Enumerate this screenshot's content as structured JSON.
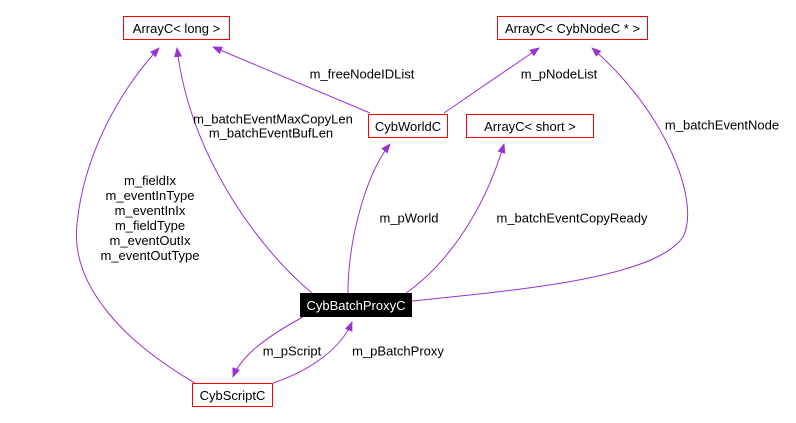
{
  "diagram": {
    "type": "collaboration-graph",
    "focus_class": "CybBatchProxyC",
    "colors": {
      "edge": "#9a32cd",
      "node_border": "#ff0000",
      "node_background": "#ffffff",
      "focus_background": "#000000",
      "focus_text": "#ffffff",
      "label_text": "#000000",
      "canvas": "#ffffff"
    },
    "nodes": {
      "arrayc_long": {
        "label": "ArrayC< long >"
      },
      "arrayc_cybnodec": {
        "label": "ArrayC< CybNodeC * >"
      },
      "cybworldc": {
        "label": "CybWorldC"
      },
      "arrayc_short": {
        "label": "ArrayC< short >"
      },
      "cybbatchproxyc": {
        "label": "CybBatchProxyC"
      },
      "cybscriptc": {
        "label": "CybScriptC"
      }
    },
    "edge_labels": {
      "free_node_id_list": "m_freeNodeIDList",
      "p_node_list": "m_pNodeList",
      "batch_event_max_copy_len": "m_batchEventMaxCopyLen",
      "batch_event_buf_len": "m_batchEventBufLen",
      "batch_event_node": "m_batchEventNode",
      "field_stack": [
        "m_fieldIx",
        "m_eventInType",
        "m_eventInIx",
        "m_fieldType",
        "m_eventOutIx",
        "m_eventOutType"
      ],
      "p_world": "m_pWorld",
      "batch_event_copy_ready": "m_batchEventCopyReady",
      "p_script": "m_pScript",
      "p_batch_proxy": "m_pBatchProxy"
    },
    "edges": [
      {
        "from": "CybScriptC",
        "to": "ArrayC< long >",
        "labels": [
          "m_fieldIx",
          "m_eventInType",
          "m_eventInIx",
          "m_fieldType",
          "m_eventOutIx",
          "m_eventOutType"
        ]
      },
      {
        "from": "CybBatchProxyC",
        "to": "ArrayC< long >",
        "labels": [
          "m_batchEventMaxCopyLen",
          "m_batchEventBufLen"
        ]
      },
      {
        "from": "CybWorldC",
        "to": "ArrayC< long >",
        "labels": [
          "m_freeNodeIDList"
        ]
      },
      {
        "from": "CybWorldC",
        "to": "ArrayC< CybNodeC * >",
        "labels": [
          "m_pNodeList"
        ]
      },
      {
        "from": "CybBatchProxyC",
        "to": "ArrayC< CybNodeC * >",
        "labels": [
          "m_batchEventNode"
        ]
      },
      {
        "from": "CybBatchProxyC",
        "to": "CybWorldC",
        "labels": [
          "m_pWorld"
        ]
      },
      {
        "from": "CybBatchProxyC",
        "to": "ArrayC< short >",
        "labels": [
          "m_batchEventCopyReady"
        ]
      },
      {
        "from": "CybBatchProxyC",
        "to": "CybScriptC",
        "labels": [
          "m_pScript"
        ]
      },
      {
        "from": "CybScriptC",
        "to": "CybBatchProxyC",
        "labels": [
          "m_pBatchProxy"
        ]
      }
    ]
  }
}
